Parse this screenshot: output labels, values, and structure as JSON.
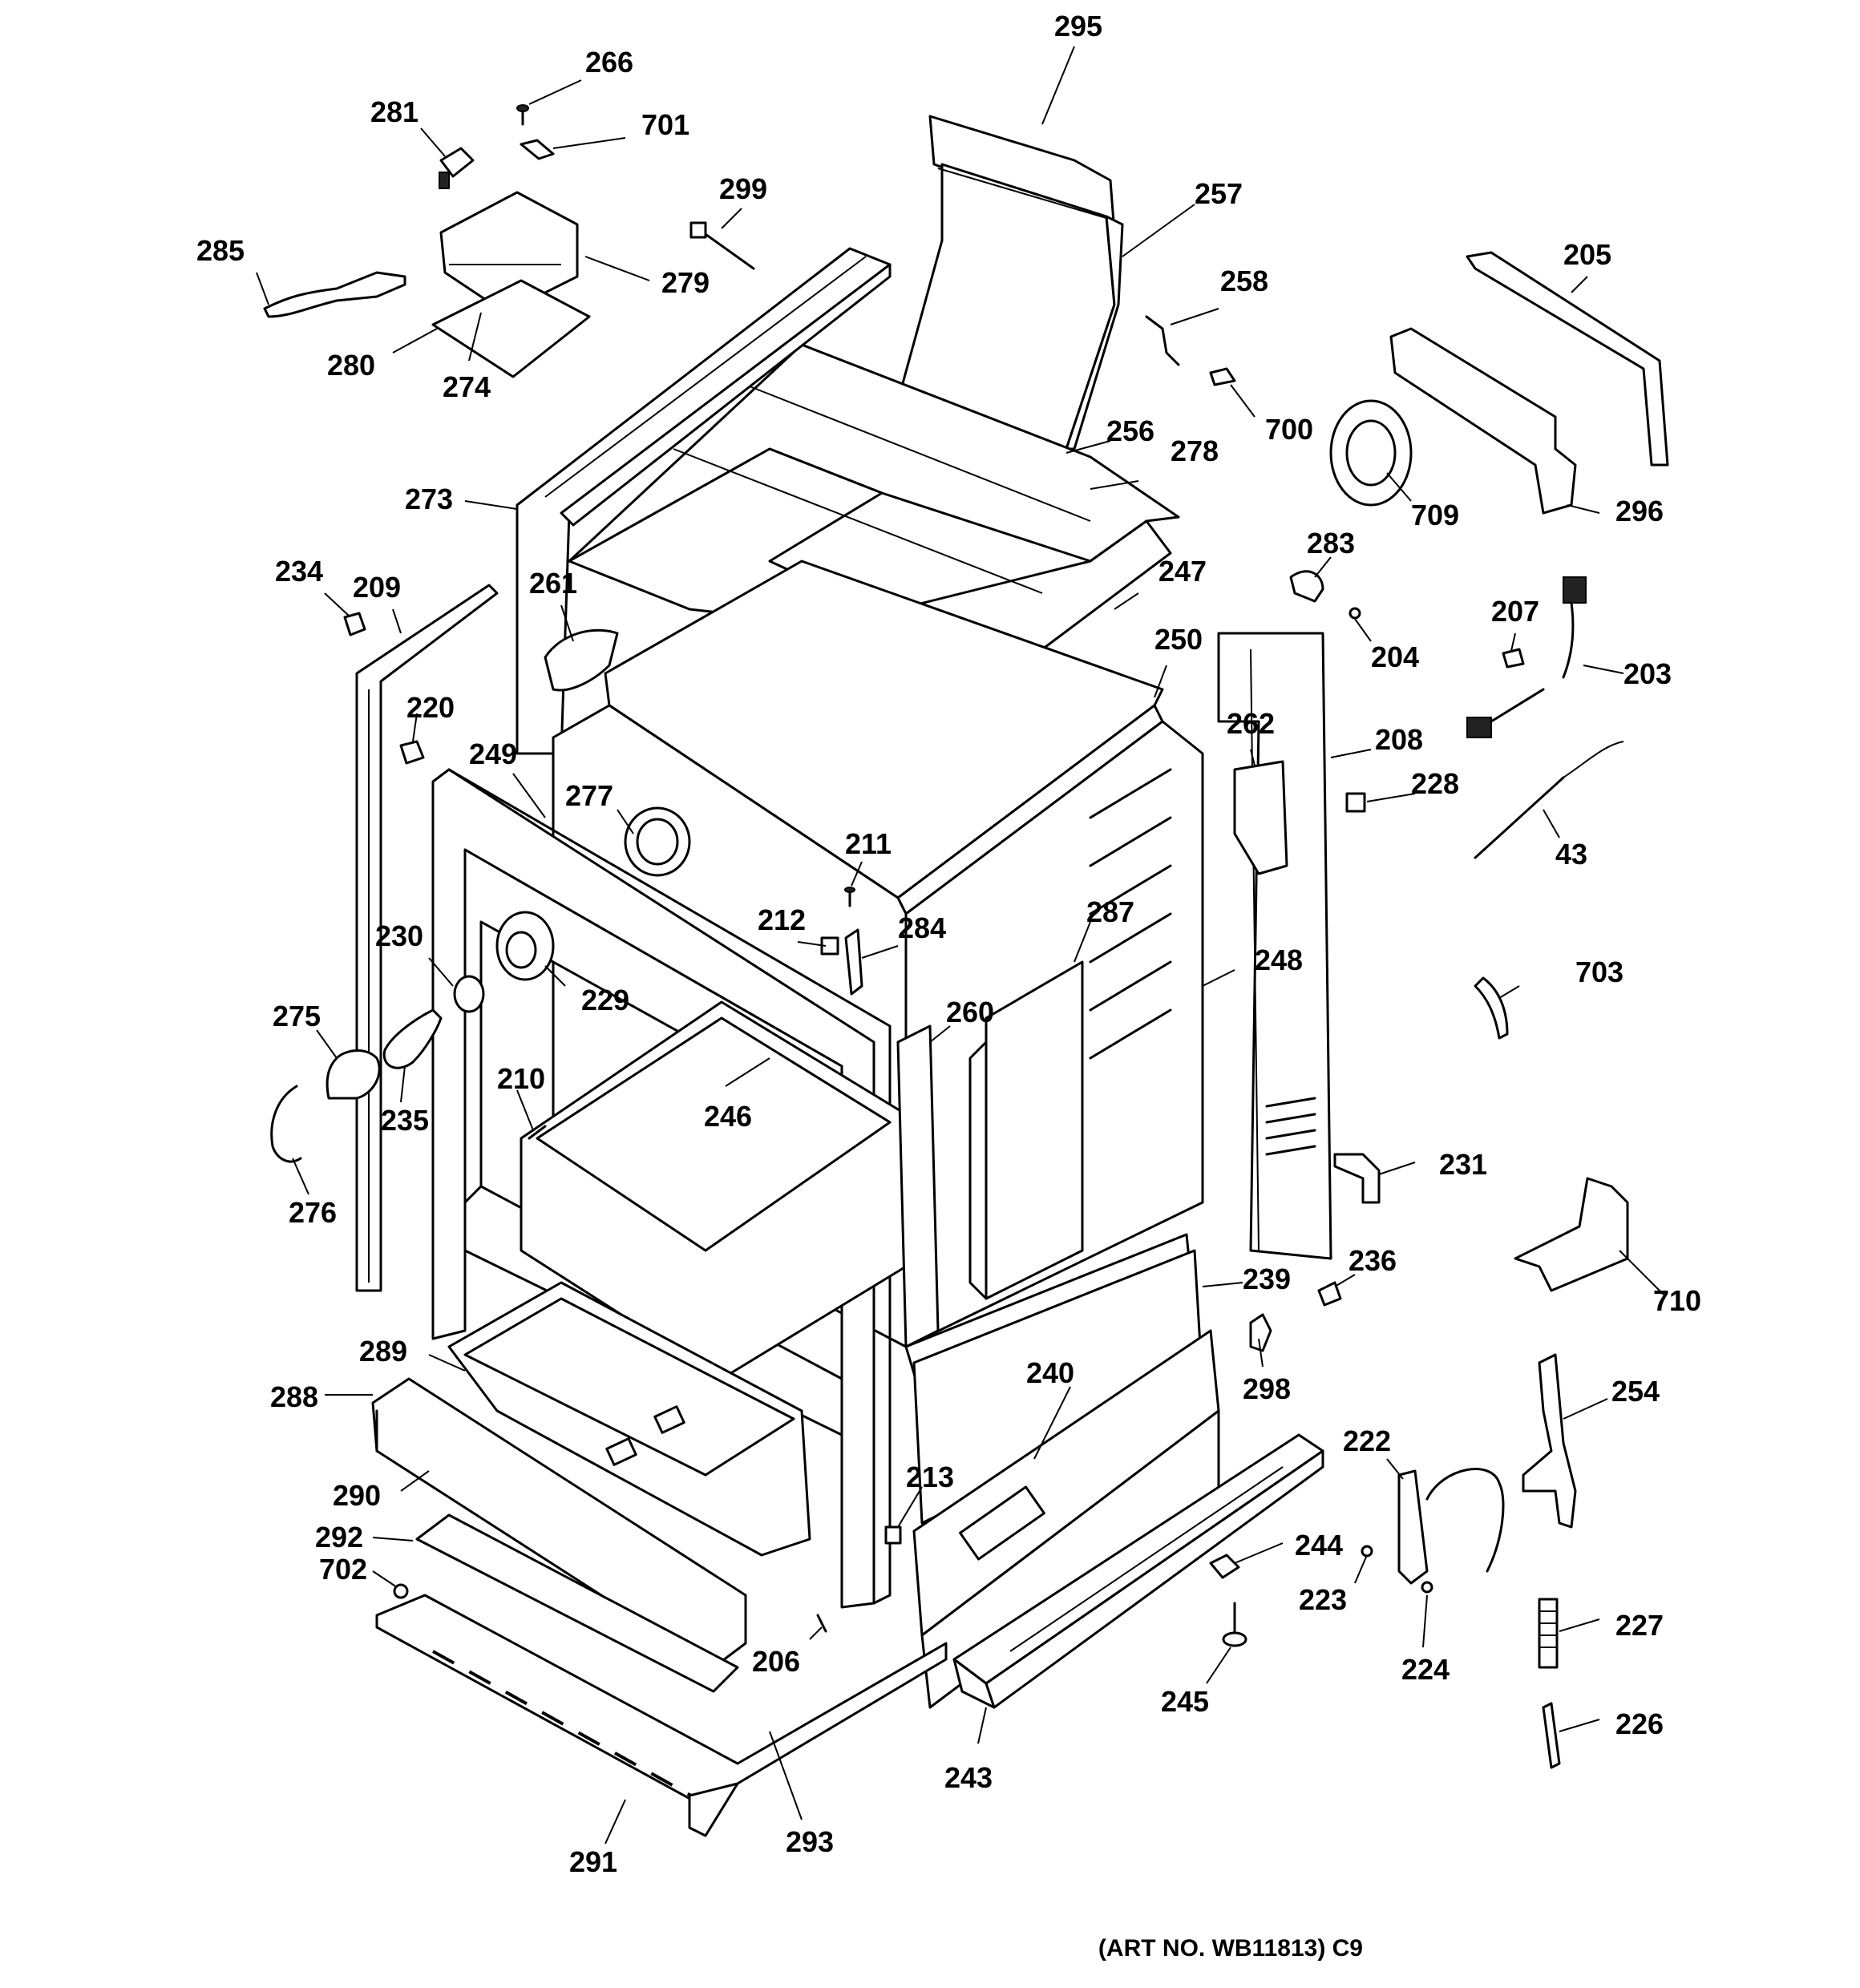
{
  "art_number": "(ART NO. WB11813) C9",
  "callouts": [
    {
      "id": "c295",
      "label": "295"
    },
    {
      "id": "c266",
      "label": "266"
    },
    {
      "id": "c281",
      "label": "281"
    },
    {
      "id": "c701",
      "label": "701"
    },
    {
      "id": "c299",
      "label": "299"
    },
    {
      "id": "c257",
      "label": "257"
    },
    {
      "id": "c205",
      "label": "205"
    },
    {
      "id": "c285",
      "label": "285"
    },
    {
      "id": "c279",
      "label": "279"
    },
    {
      "id": "c258",
      "label": "258"
    },
    {
      "id": "c280",
      "label": "280"
    },
    {
      "id": "c274",
      "label": "274"
    },
    {
      "id": "c700",
      "label": "700"
    },
    {
      "id": "c256",
      "label": "256"
    },
    {
      "id": "c278",
      "label": "278"
    },
    {
      "id": "c709",
      "label": "709"
    },
    {
      "id": "c296",
      "label": "296"
    },
    {
      "id": "c273",
      "label": "273"
    },
    {
      "id": "c283",
      "label": "283"
    },
    {
      "id": "c234",
      "label": "234"
    },
    {
      "id": "c209",
      "label": "209"
    },
    {
      "id": "c261",
      "label": "261"
    },
    {
      "id": "c247",
      "label": "247"
    },
    {
      "id": "c207",
      "label": "207"
    },
    {
      "id": "c250",
      "label": "250"
    },
    {
      "id": "c204",
      "label": "204"
    },
    {
      "id": "c203",
      "label": "203"
    },
    {
      "id": "c220",
      "label": "220"
    },
    {
      "id": "c262",
      "label": "262"
    },
    {
      "id": "c208",
      "label": "208"
    },
    {
      "id": "c249",
      "label": "249"
    },
    {
      "id": "c228",
      "label": "228"
    },
    {
      "id": "c277",
      "label": "277"
    },
    {
      "id": "c43",
      "label": "43"
    },
    {
      "id": "c211",
      "label": "211"
    },
    {
      "id": "c287",
      "label": "287"
    },
    {
      "id": "c212",
      "label": "212"
    },
    {
      "id": "c284",
      "label": "284"
    },
    {
      "id": "c230",
      "label": "230"
    },
    {
      "id": "c248",
      "label": "248"
    },
    {
      "id": "c703",
      "label": "703"
    },
    {
      "id": "c229",
      "label": "229"
    },
    {
      "id": "c275",
      "label": "275"
    },
    {
      "id": "c260",
      "label": "260"
    },
    {
      "id": "c210",
      "label": "210"
    },
    {
      "id": "c235",
      "label": "235"
    },
    {
      "id": "c246",
      "label": "246"
    },
    {
      "id": "c231",
      "label": "231"
    },
    {
      "id": "c276",
      "label": "276"
    },
    {
      "id": "c236",
      "label": "236"
    },
    {
      "id": "c239",
      "label": "239"
    },
    {
      "id": "c710",
      "label": "710"
    },
    {
      "id": "c289",
      "label": "289"
    },
    {
      "id": "c240",
      "label": "240"
    },
    {
      "id": "c298",
      "label": "298"
    },
    {
      "id": "c288",
      "label": "288"
    },
    {
      "id": "c254",
      "label": "254"
    },
    {
      "id": "c222",
      "label": "222"
    },
    {
      "id": "c213",
      "label": "213"
    },
    {
      "id": "c290",
      "label": "290"
    },
    {
      "id": "c244",
      "label": "244"
    },
    {
      "id": "c292",
      "label": "292"
    },
    {
      "id": "c702",
      "label": "702"
    },
    {
      "id": "c223",
      "label": "223"
    },
    {
      "id": "c227",
      "label": "227"
    },
    {
      "id": "c206",
      "label": "206"
    },
    {
      "id": "c224",
      "label": "224"
    },
    {
      "id": "c245",
      "label": "245"
    },
    {
      "id": "c226",
      "label": "226"
    },
    {
      "id": "c243",
      "label": "243"
    },
    {
      "id": "c291",
      "label": "291"
    },
    {
      "id": "c293",
      "label": "293"
    }
  ]
}
